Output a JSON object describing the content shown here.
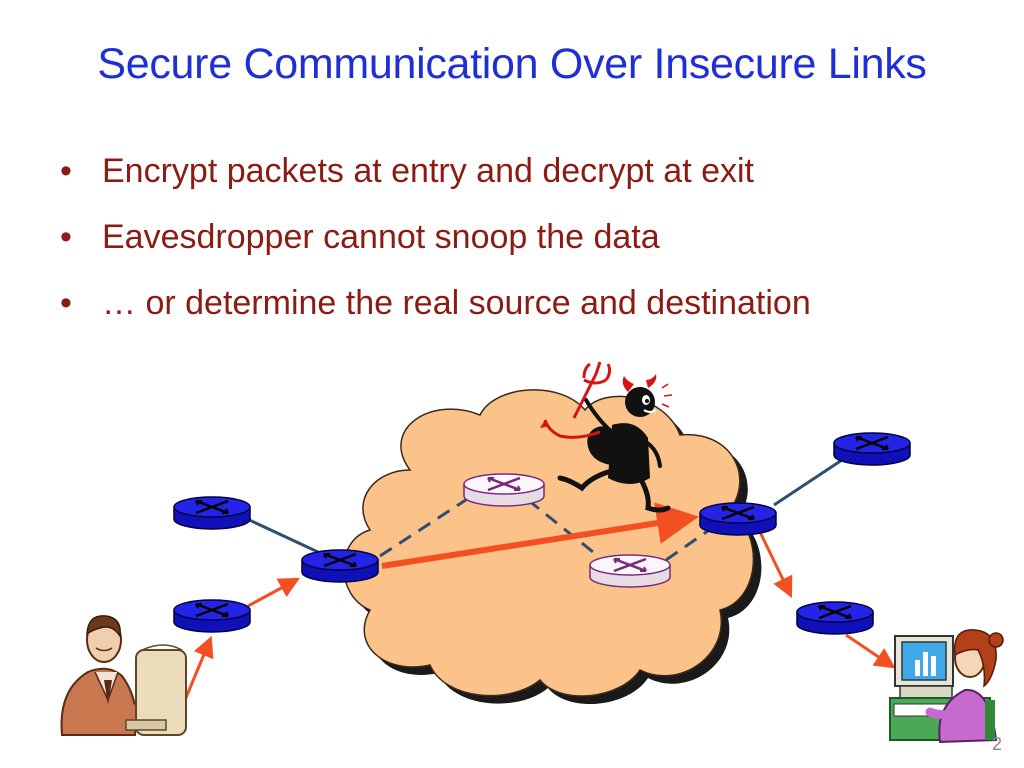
{
  "slide": {
    "title": "Secure Communication Over Insecure Links",
    "bullets": [
      "Encrypt packets at entry and decrypt at exit",
      "Eavesdropper cannot snoop the data",
      "… or determine the real source and destination"
    ],
    "bullet_symbol": "•",
    "page_number": "2"
  },
  "colors": {
    "title": "#1f2fd6",
    "bullet_text": "#8b1c13",
    "cloud_fill": "#fbc28a",
    "router_blue": "#1a1adc",
    "router_white": "#f5ecf2",
    "arrow": "#f25022",
    "link": "#2f4f6f"
  },
  "icons": [
    "router-icon",
    "cloud-shape",
    "devil-eavesdropper-icon",
    "man-at-computer-icon",
    "woman-at-computer-icon"
  ]
}
